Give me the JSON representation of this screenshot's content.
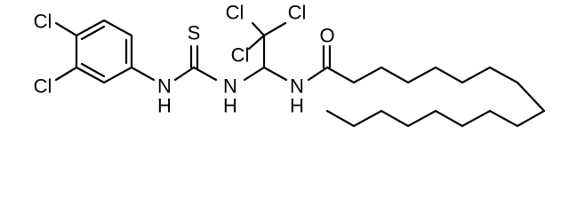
{
  "molecule": {
    "atoms": {
      "cl_ring_top": "Cl",
      "cl_ring_bottom": "Cl",
      "s_thio": "S",
      "n_aryl": "N",
      "h_aryl": "H",
      "n_middle": "N",
      "h_middle": "H",
      "cl_top_left": "Cl",
      "cl_top_right": "Cl",
      "cl_middle": "Cl",
      "n_amide": "N",
      "h_amide": "H",
      "o_carbonyl": "O"
    }
  }
}
